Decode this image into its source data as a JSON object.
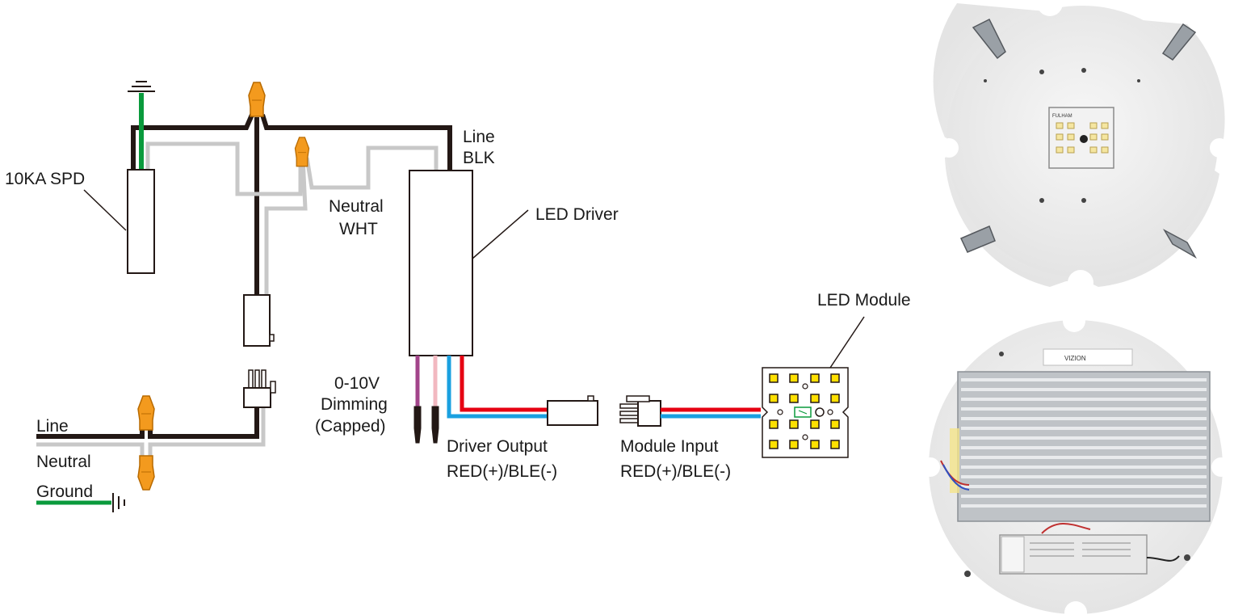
{
  "labels": {
    "spd": "10KA SPD",
    "line_blk_1": "Line",
    "line_blk_2": "BLK",
    "neutral_wht_1": "Neutral",
    "neutral_wht_2": "WHT",
    "led_driver": "LED Driver",
    "dimming_1": "0-10V",
    "dimming_2": "Dimming",
    "dimming_3": "(Capped)",
    "supply_line": "Line",
    "supply_neutral": "Neutral",
    "supply_ground": "Ground",
    "driver_output_1": "Driver Output",
    "driver_output_2": "RED(+)/BLE(-)",
    "module_input_1": "Module Input",
    "module_input_2": "RED(+)/BLE(-)",
    "led_module": "LED Module"
  },
  "module_label_1": "FULHAM",
  "driver_photo_label": "VIZION",
  "colors": {
    "line": "#231815",
    "neutral": "#c8c8c8",
    "ground": "#0a9a3c",
    "red": "#e60012",
    "blue": "#1aa0e0",
    "dim_purple": "#a2448a",
    "dim_pink": "#f2b8c0",
    "wire_nut": "#f39a1e",
    "led_yellow": "#ffe000"
  },
  "icons": [
    "ground-symbol-icon",
    "wire-nut-icon",
    "connector-plug-icon",
    "led-chip-icon"
  ]
}
